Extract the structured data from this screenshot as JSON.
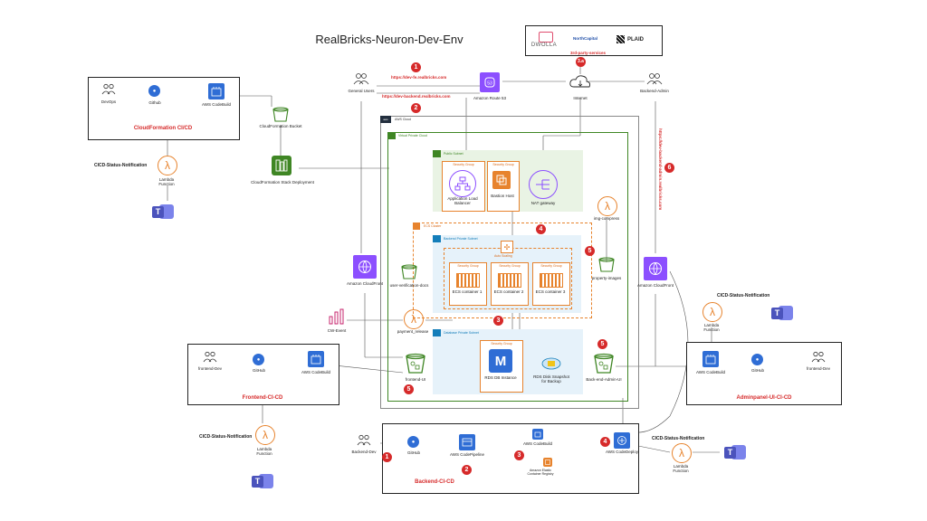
{
  "title": "RealBricks-Neuron-Dev-Env",
  "third_party": {
    "label": "3rd-party-services",
    "services": [
      "DWOLLA",
      "NorthCapital",
      "PLAID"
    ]
  },
  "badges": [
    "1",
    "2",
    "3",
    "4",
    "5",
    "6",
    "3.a"
  ],
  "urls": {
    "frontend": "https://dev-fe.realbricks.com",
    "backend": "https://dev-backend.realbricks.com",
    "admin": "https://dev-backend-admin.realbricks.com"
  },
  "top": {
    "general_users": "General Users",
    "route53": "Amazon Route 53",
    "internet": "Internet",
    "backend_admin": "Backend-Admin"
  },
  "cloudformation": {
    "title": "CloudFormation CI/CD",
    "devops": "DevOps",
    "github": "Github",
    "codebuild": "AWS CodeBuild",
    "bucket": "CloudFormation Bucket",
    "stack": "CloudFormation Stack Deployment",
    "notify": "CICD-Status-Notification",
    "lambda": "Lambda Function"
  },
  "aws": {
    "cloud": "AWS Cloud",
    "vpc": "Virtual Private Cloud",
    "public_subnet": "Public Subnet",
    "security_group": "Security Group",
    "alb": "Application Load Balancer",
    "bastion": "Bastion Host",
    "nat": "NAT gateway",
    "ecs_cluster": "ECS Cluster",
    "backend_private_subnet": "Backend Private Subnet",
    "auto_scaling": "Auto Scaling",
    "ecs1": "ECS container 1",
    "ecs2": "ECS container 2",
    "ecs3": "ECS container 3",
    "database_private_subnet": "Database Private Subnet",
    "rds": "RDS DB Instance",
    "snapshot": "RDS Disk Snapshot for Backup",
    "img_compress": "img-compress",
    "property_images": "property-images",
    "user_verification_docs": "user-verification-docs",
    "frontend_ui_bucket": "frontend-UI",
    "admin_ui_bucket": "Back-end-Admin-UI",
    "cloudfront_left": "Amazon CloudFront",
    "cloudfront_right": "Amazon CloudFront",
    "cw_event": "CW-Event",
    "payment_release": "payment_release"
  },
  "frontend": {
    "title": "Frontend-CI-CD",
    "dev": "frontend-Dev",
    "github": "GitHub",
    "codebuild": "AWS CodeBuild",
    "notify": "CICD-Status-Notification",
    "lambda": "Lambda Function"
  },
  "adminpanel": {
    "title": "Adminpanel-UI-CI-CD",
    "dev": "frontend-Dev",
    "github": "GitHub",
    "codebuild": "AWS CodeBuild",
    "notify": "CICD-Status-Notification",
    "lambda": "Lambda Function"
  },
  "backend": {
    "title": "Backend-CI-CD",
    "dev": "Backend-Dev",
    "github": "GitHub",
    "pipeline": "AWS CodePipeline",
    "codebuild": "AWS CodeBuild",
    "ecr": "Amazon Elastic Container Registry",
    "deploy": "AWS CodeDeploy",
    "notify": "CICD-Status-Notification",
    "lambda": "Lambda Function"
  },
  "colors": {
    "red": "#d62a2a",
    "purple": "#8c4fff",
    "green": "#3f8624",
    "orange": "#e7832d",
    "blue": "#2f6dd5",
    "teams": "#5b5fc7"
  }
}
